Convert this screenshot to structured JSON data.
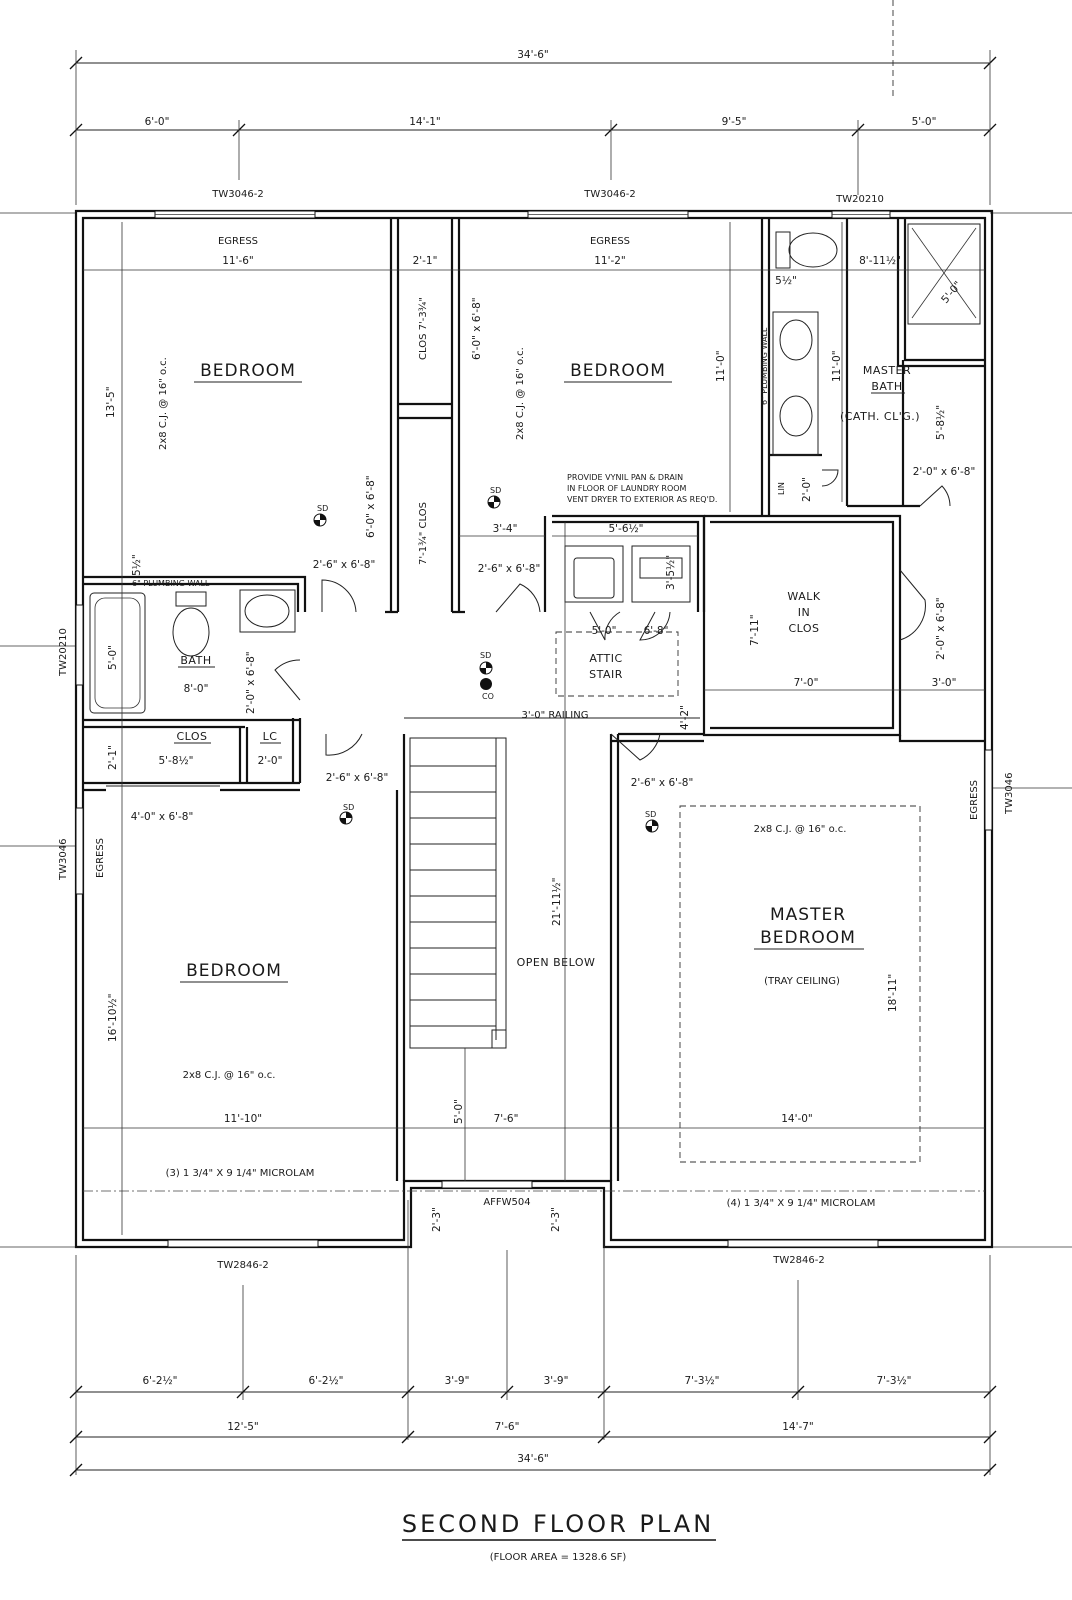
{
  "title": "SECOND FLOOR PLAN",
  "subtitle": "(FLOOR AREA = 1328.6 SF)",
  "rooms": {
    "bedroom_nw": "BEDROOM",
    "bedroom_n": "BEDROOM",
    "bedroom_sw": "BEDROOM",
    "master_bedroom_1": "MASTER",
    "master_bedroom_2": "BEDROOM",
    "tray": "(TRAY CEILING)",
    "master_bath_1": "MASTER",
    "master_bath_2": "BATH",
    "cath": "(CATH. CL'G.)",
    "bath": "BATH",
    "clos": "CLOS",
    "lc": "LC",
    "walk1": "WALK",
    "walk2": "IN",
    "walk3": "CLOS",
    "clos_v1": "CLOS 7'-3¾\"",
    "clos_v2": "7'-1¾\" CLOS",
    "attic1": "ATTIC",
    "attic2": "STAIR",
    "open_below": "OPEN BELOW",
    "lin": "LIN",
    "railing": "3'-0\" RAILING"
  },
  "notes": {
    "egress_1": "EGRESS",
    "egress_2": "EGRESS",
    "egress_3": "EGRESS",
    "egress_4": "EGRESS",
    "cj_1": "2x8 C.J. @ 16\" o.c.",
    "cj_2": "2x8 C.J. @ 16\" o.c.",
    "cj_3": "2x8 C.J. @ 16\" o.c.",
    "cj_4": "2x8 C.J. @ 16\" o.c.",
    "laundry_1": "PROVIDE VYNIL PAN & DRAIN",
    "laundry_2": "IN FLOOR OF LAUNDRY ROOM",
    "laundry_3": "VENT DRYER TO EXTERIOR AS REQ'D.",
    "plumb_1": "6\" PLUMBING WALL",
    "plumb_2": "6\" PLUMBING WALL",
    "microlam_1": "(3) 1 3/4\" X 9 1/4\" MICROLAM",
    "microlam_2": "(4) 1 3/4\" X 9 1/4\" MICROLAM",
    "sd": "SD",
    "co": "CO"
  },
  "windows": {
    "w_top1": "TW3046-2",
    "w_top2": "TW3046-2",
    "w_top3": "TW20210",
    "w_left1": "TW20210",
    "w_left2": "TW3046",
    "w_right": "TW3046",
    "w_bot1": "TW2846-2",
    "w_bot2": "TW2846-2",
    "w_door": "AFFW504"
  },
  "dims": {
    "top_total": "34'-6\"",
    "top_1": "6'-0\"",
    "top_2": "14'-1\"",
    "top_3": "9'-5\"",
    "top_4": "5'-0\"",
    "b1": "6'-2½\"",
    "b2": "6'-2½\"",
    "b3": "3'-9\"",
    "b4": "3'-9\"",
    "b5": "7'-3½\"",
    "b6": "7'-3½\"",
    "b7": "12'-5\"",
    "b8": "7'-6\"",
    "b9": "14'-7\"",
    "bottom_total": "34'-6\"",
    "d_11_6": "11'-6\"",
    "d_2_1": "2'-1\"",
    "d_11_2": "11'-2\"",
    "d_5_5": "5½\"",
    "d_8_11": "8'-11½\"",
    "d_13_5": "13'-5\"",
    "d_6_0_6_8a": "6'-0\" x 6'-8\"",
    "d_6_0_6_8b": "6'-0\" x 6'-8\"",
    "d_11_0a": "11'-0\"",
    "d_11_0b": "11'-0\"",
    "d_5_8": "5'-8½\"",
    "d_5_0a": "5'-0\"",
    "d_2_0_6_8a": "2'-0\" x 6'-8\"",
    "d_2_0": "2'-0\"",
    "d_5_half": "5½\"",
    "d_3_4": "3'-4\"",
    "d_5_6": "5'-6½\"",
    "d_3_5": "3'-5½\"",
    "d_2_6_6_8a": "2'-6\" x 6'-8\"",
    "d_2_6_6_8b": "2'-6\" x 6'-8\"",
    "d_2_6_6_8c": "2'-6\" x 6'-8\"",
    "d_2_6_6_8d": "2'-6\" x 6'-8\"",
    "d_5_0b": "5'-0\"",
    "d_6_8": "6'-8\"",
    "d_7_11": "7'-11\"",
    "d_2_0_6_8b": "2'-0\" x 6'-8\"",
    "d_5_0c": "5'-0\"",
    "d_8_0": "8'-0\"",
    "d_2_0_6_8c": "2'-0\" x 6'-8\"",
    "d_7_0": "7'-0\"",
    "d_3_0": "3'-0\"",
    "d_4_2": "4'-2\"",
    "d_2_1b": "2'-1\"",
    "d_5_8b": "5'-8½\"",
    "d_2_0b": "2'-0\"",
    "d_4_0": "4'-0\" x 6'-8\"",
    "d_16_10": "16'-10½\"",
    "d_11_10": "11'-10\"",
    "d_21_11": "21'-11½\"",
    "d_5_0d": "5'-0\"",
    "d_7_6": "7'-6\"",
    "d_14_0": "14'-0\"",
    "d_18_11": "18'-11\"",
    "d_2_3a": "2'-3\"",
    "d_2_3b": "2'-3\""
  }
}
